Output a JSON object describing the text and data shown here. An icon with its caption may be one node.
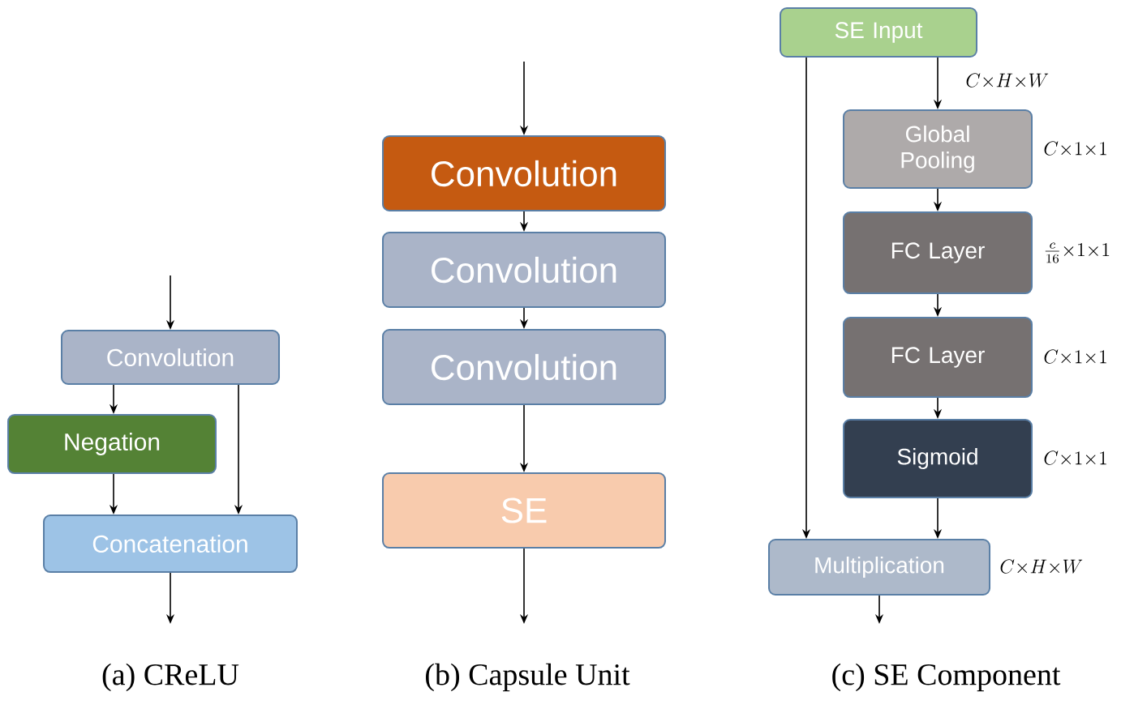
{
  "diagram": {
    "nodes": [
      {
        "text": [
          "Convolution"
        ]
      },
      {
        "text": [
          "Negation"
        ]
      },
      {
        "text": [
          "Concatenation"
        ]
      },
      {
        "text": [
          "Convolution"
        ]
      },
      {
        "text": [
          "Convolution"
        ]
      },
      {
        "text": [
          "Convolution"
        ]
      },
      {
        "text": [
          "SE"
        ]
      },
      {
        "text": [
          "SE Input"
        ]
      },
      {
        "text": [
          "Global Pooling"
        ],
        "beside": [
          "C\\times 1\\times 1"
        ]
      },
      {
        "text": [
          "FC Layer"
        ],
        "beside": [
          "\\frac{c}{16}\\times 1\\times 1"
        ]
      },
      {
        "text": [
          "FC Layer"
        ],
        "beside": [
          "C\\times 1\\times 1"
        ]
      },
      {
        "text": [
          "Sigmoid"
        ],
        "beside": [
          "C\\times 1\\times 1"
        ]
      },
      {
        "text": [
          "Multiplication"
        ],
        "beside": [
          "C\\times H\\times W"
        ]
      }
    ],
    "edges": [
      {
        "from": null,
        "to": 0,
        "arrow": "to"
      },
      {
        "from": 0,
        "to": 1,
        "arrow": "to"
      },
      {
        "from": 0,
        "to": 2,
        "arrow": "to"
      },
      {
        "from": 1,
        "to": 2,
        "arrow": "to"
      },
      {
        "from": 2,
        "to": null,
        "arrow": "to"
      },
      {
        "from": null,
        "to": 3,
        "arrow": "to"
      },
      {
        "from": 3,
        "to": 4,
        "arrow": "to"
      },
      {
        "from": 4,
        "to": 5,
        "arrow": "to"
      },
      {
        "from": 5,
        "to": 6,
        "arrow": "to"
      },
      {
        "from": 6,
        "to": null,
        "arrow": "to"
      },
      {
        "from": 7,
        "to": 8,
        "arrow": "to",
        "label": "C\\times H\\times W"
      },
      {
        "from": 7,
        "to": 12,
        "arrow": "to"
      },
      {
        "from": 8,
        "to": 9,
        "arrow": "to"
      },
      {
        "from": 9,
        "to": 10,
        "arrow": "to"
      },
      {
        "from": 10,
        "to": 11,
        "arrow": "to"
      },
      {
        "from": 11,
        "to": 12,
        "arrow": "to"
      },
      {
        "from": 12,
        "to": null,
        "arrow": "to"
      }
    ],
    "labels": [
      "(a) CReLU",
      "(b) Capsule Unit",
      "(c) SE Component"
    ]
  }
}
